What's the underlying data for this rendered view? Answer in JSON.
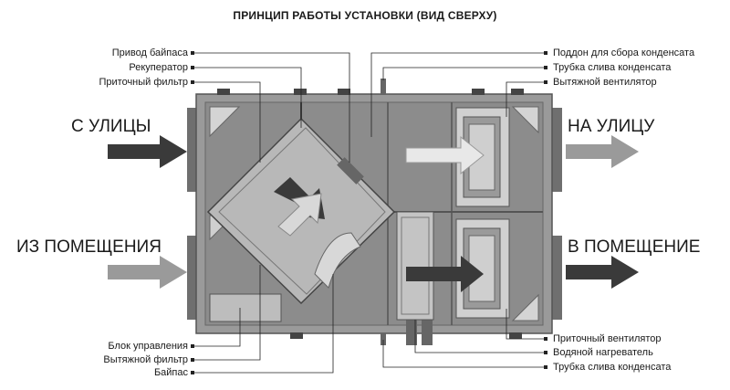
{
  "title": "ПРИНЦИП РАБОТЫ УСТАНОВКИ (ВИД СВЕРХУ)",
  "flows": {
    "outside_in": "С УЛИЦЫ",
    "room_in": "ИЗ ПОМЕЩЕНИЯ",
    "to_outside": "НА УЛИЦУ",
    "to_room": "В ПОМЕЩЕНИЕ"
  },
  "labels_left": [
    "Привод байпаса",
    "Рекуператор",
    "Приточный фильтр",
    "Блок управления",
    "Вытяжной фильтр",
    "Байпас"
  ],
  "labels_right": [
    "Поддон для сбора конденсата",
    "Трубка слива конденсата",
    "Вытяжной вентилятор",
    "Приточный вентилятор",
    "Водяной нагреватель",
    "Трубка слива конденсата"
  ],
  "colors": {
    "dark_arrow": "#3a3a3a",
    "light_arrow": "#9a9a9a",
    "casing": "#8c8c8c",
    "panel": "#b8b8b8"
  }
}
